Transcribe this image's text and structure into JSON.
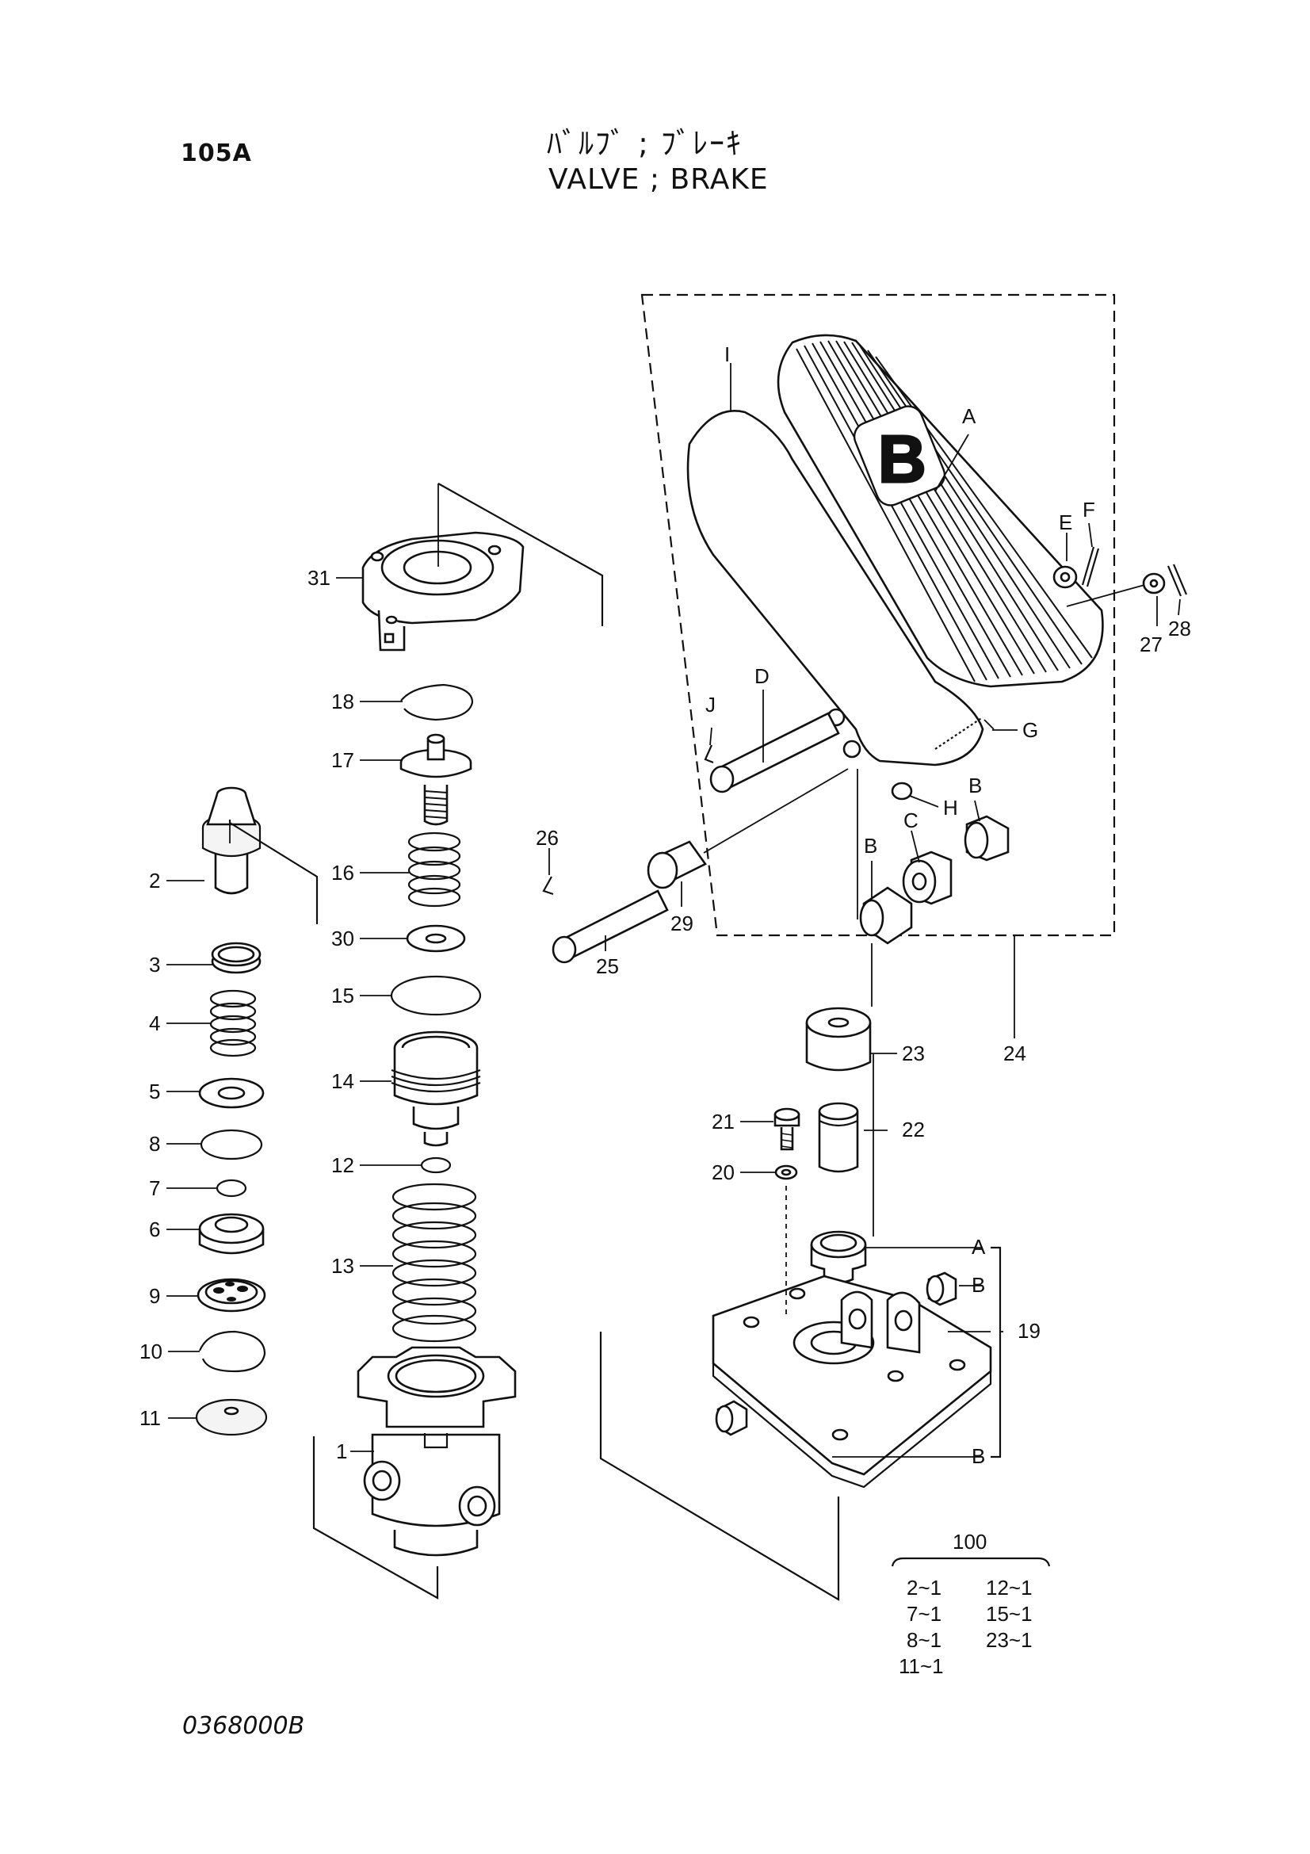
{
  "header": {
    "page_number": "105A",
    "title_jp": "ﾊﾞﾙﾌﾞ ; ﾌﾞﾚｰｷ",
    "title_en": "VALVE ; BRAKE"
  },
  "pedal_emblem": "B",
  "callouts": {
    "p1": "1",
    "p2": "2",
    "p3": "3",
    "p4": "4",
    "p5": "5",
    "p6": "6",
    "p7": "7",
    "p8": "8",
    "p9": "9",
    "p10": "10",
    "p11": "11",
    "p12": "12",
    "p13": "13",
    "p14": "14",
    "p15": "15",
    "p16": "16",
    "p17": "17",
    "p18": "18",
    "p19": "19",
    "p20": "20",
    "p21": "21",
    "p22": "22",
    "p23": "23",
    "p24": "24",
    "p25": "25",
    "p26": "26",
    "p27": "27",
    "p28": "28",
    "p29": "29",
    "p30": "30",
    "p31": "31",
    "A_pedal": "A",
    "B_bush_left": "B",
    "B_bush_right": "B",
    "C": "C",
    "D": "D",
    "E": "E",
    "F": "F",
    "G": "G",
    "H": "H",
    "I": "I",
    "J": "J",
    "A_base": "A",
    "B_base_side": "B",
    "B_base_bottom": "B"
  },
  "kit_table": {
    "title": "100",
    "rows": [
      [
        "2~1",
        "12~1"
      ],
      [
        "7~1",
        "15~1"
      ],
      [
        "8~1",
        "23~1"
      ],
      [
        "11~1",
        ""
      ]
    ]
  },
  "drawing_code": "0368000B"
}
